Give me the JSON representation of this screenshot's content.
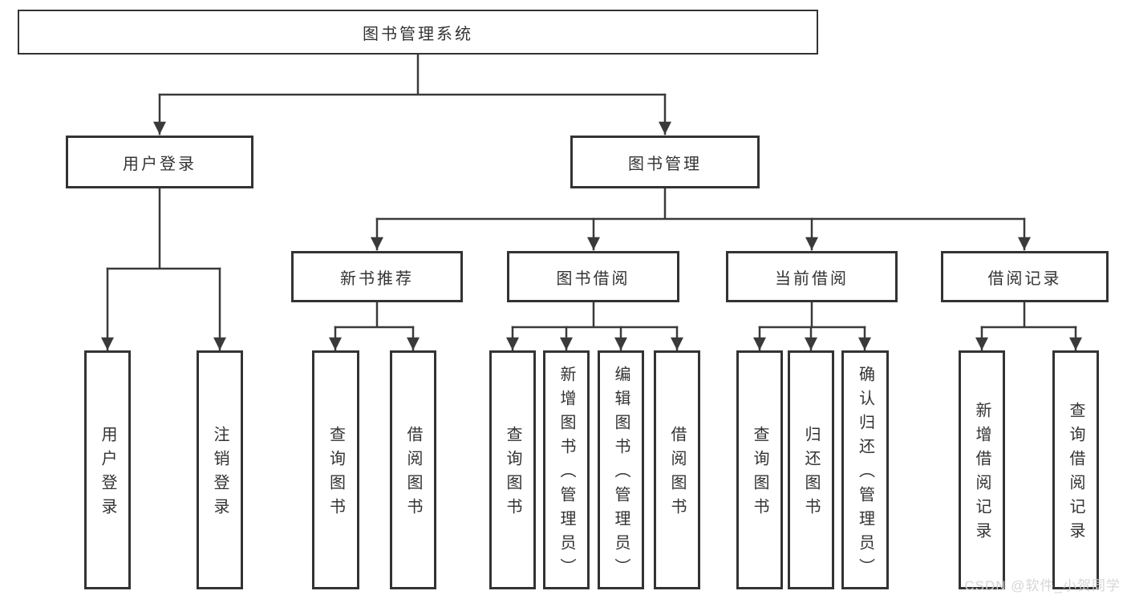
{
  "diagram": {
    "type": "tree",
    "nodes": {
      "root": {
        "label": "图书管理系统"
      },
      "user_login": {
        "label": "用户登录"
      },
      "book_mgmt": {
        "label": "图书管理"
      },
      "new_book_rec": {
        "label": "新书推荐"
      },
      "book_borrow": {
        "label": "图书借阅"
      },
      "current_borrow": {
        "label": "当前借阅"
      },
      "borrow_record": {
        "label": "借阅记录"
      },
      "leaf_user_login": {
        "label": "用户登录"
      },
      "leaf_logout": {
        "label": "注销登录"
      },
      "leaf_rec_query_book": {
        "label": "查询图书"
      },
      "leaf_rec_borrow_book": {
        "label": "借阅图书"
      },
      "leaf_bb_query_book": {
        "label": "查询图书"
      },
      "leaf_bb_add_book": {
        "label": "新增图书（管理员）"
      },
      "leaf_bb_edit_book": {
        "label": "编辑图书（管理员）"
      },
      "leaf_bb_borrow_book": {
        "label": "借阅图书"
      },
      "leaf_cb_query_book": {
        "label": "查询图书"
      },
      "leaf_cb_return_book": {
        "label": "归还图书"
      },
      "leaf_cb_confirm_return": {
        "label": "确认归还（管理员）"
      },
      "leaf_br_add_record": {
        "label": "新增借阅记录"
      },
      "leaf_br_query_record": {
        "label": "查询借阅记录"
      }
    },
    "hierarchy": {
      "root": [
        "user_login",
        "book_mgmt"
      ],
      "user_login": [
        "leaf_user_login",
        "leaf_logout"
      ],
      "book_mgmt": [
        "new_book_rec",
        "book_borrow",
        "current_borrow",
        "borrow_record"
      ],
      "new_book_rec": [
        "leaf_rec_query_book",
        "leaf_rec_borrow_book"
      ],
      "book_borrow": [
        "leaf_bb_query_book",
        "leaf_bb_add_book",
        "leaf_bb_edit_book",
        "leaf_bb_borrow_book"
      ],
      "current_borrow": [
        "leaf_cb_query_book",
        "leaf_cb_return_book",
        "leaf_cb_confirm_return"
      ],
      "borrow_record": [
        "leaf_br_add_record",
        "leaf_br_query_record"
      ]
    },
    "colors": {
      "line": "#3a3a3a",
      "box_border": "#333333",
      "box_background": "#ffffff",
      "text": "#333333",
      "watermark_text": "#d4d4d8"
    },
    "watermark": {
      "text": "CSDN @软件_小贺同学"
    }
  }
}
